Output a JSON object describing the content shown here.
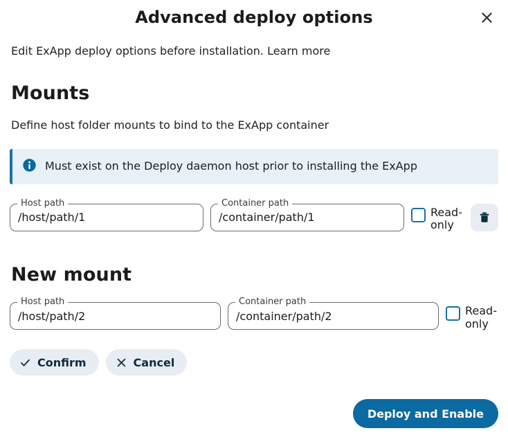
{
  "dialog": {
    "title": "Advanced deploy options",
    "close_icon": "close-icon",
    "subtitle_text": "Edit ExApp deploy options before installation.",
    "learn_more_label": "Learn more"
  },
  "mounts_section": {
    "heading": "Mounts",
    "description": "Define host folder mounts to bind to the ExApp container",
    "info_note": {
      "icon": "info-circle-icon",
      "text": "Must exist on the Deploy daemon host prior to installing the ExApp"
    },
    "rows": [
      {
        "host_path_label": "Host path",
        "host_path_value": "/host/path/1",
        "container_path_label": "Container path",
        "container_path_value": "/container/path/1",
        "readonly_label": "Read-only",
        "readonly_checked": false,
        "delete_icon": "trash-icon"
      }
    ]
  },
  "new_mount_section": {
    "heading": "New mount",
    "host_path_label": "Host path",
    "host_path_value": "/host/path/2",
    "container_path_label": "Container path",
    "container_path_value": "/container/path/2",
    "readonly_label": "Read-only",
    "readonly_checked": false,
    "confirm_label": "Confirm",
    "confirm_icon": "check-icon",
    "cancel_label": "Cancel",
    "cancel_icon": "close-icon"
  },
  "footer": {
    "deploy_label": "Deploy and Enable"
  },
  "colors": {
    "primary_blue": "#0a6aa1",
    "info_bg": "#e8f1f7",
    "info_border": "#1a6fa8",
    "soft_button_bg": "#e7edf3",
    "text_dark": "#1b1b1b",
    "checkbox_border": "#1a6fa8"
  }
}
